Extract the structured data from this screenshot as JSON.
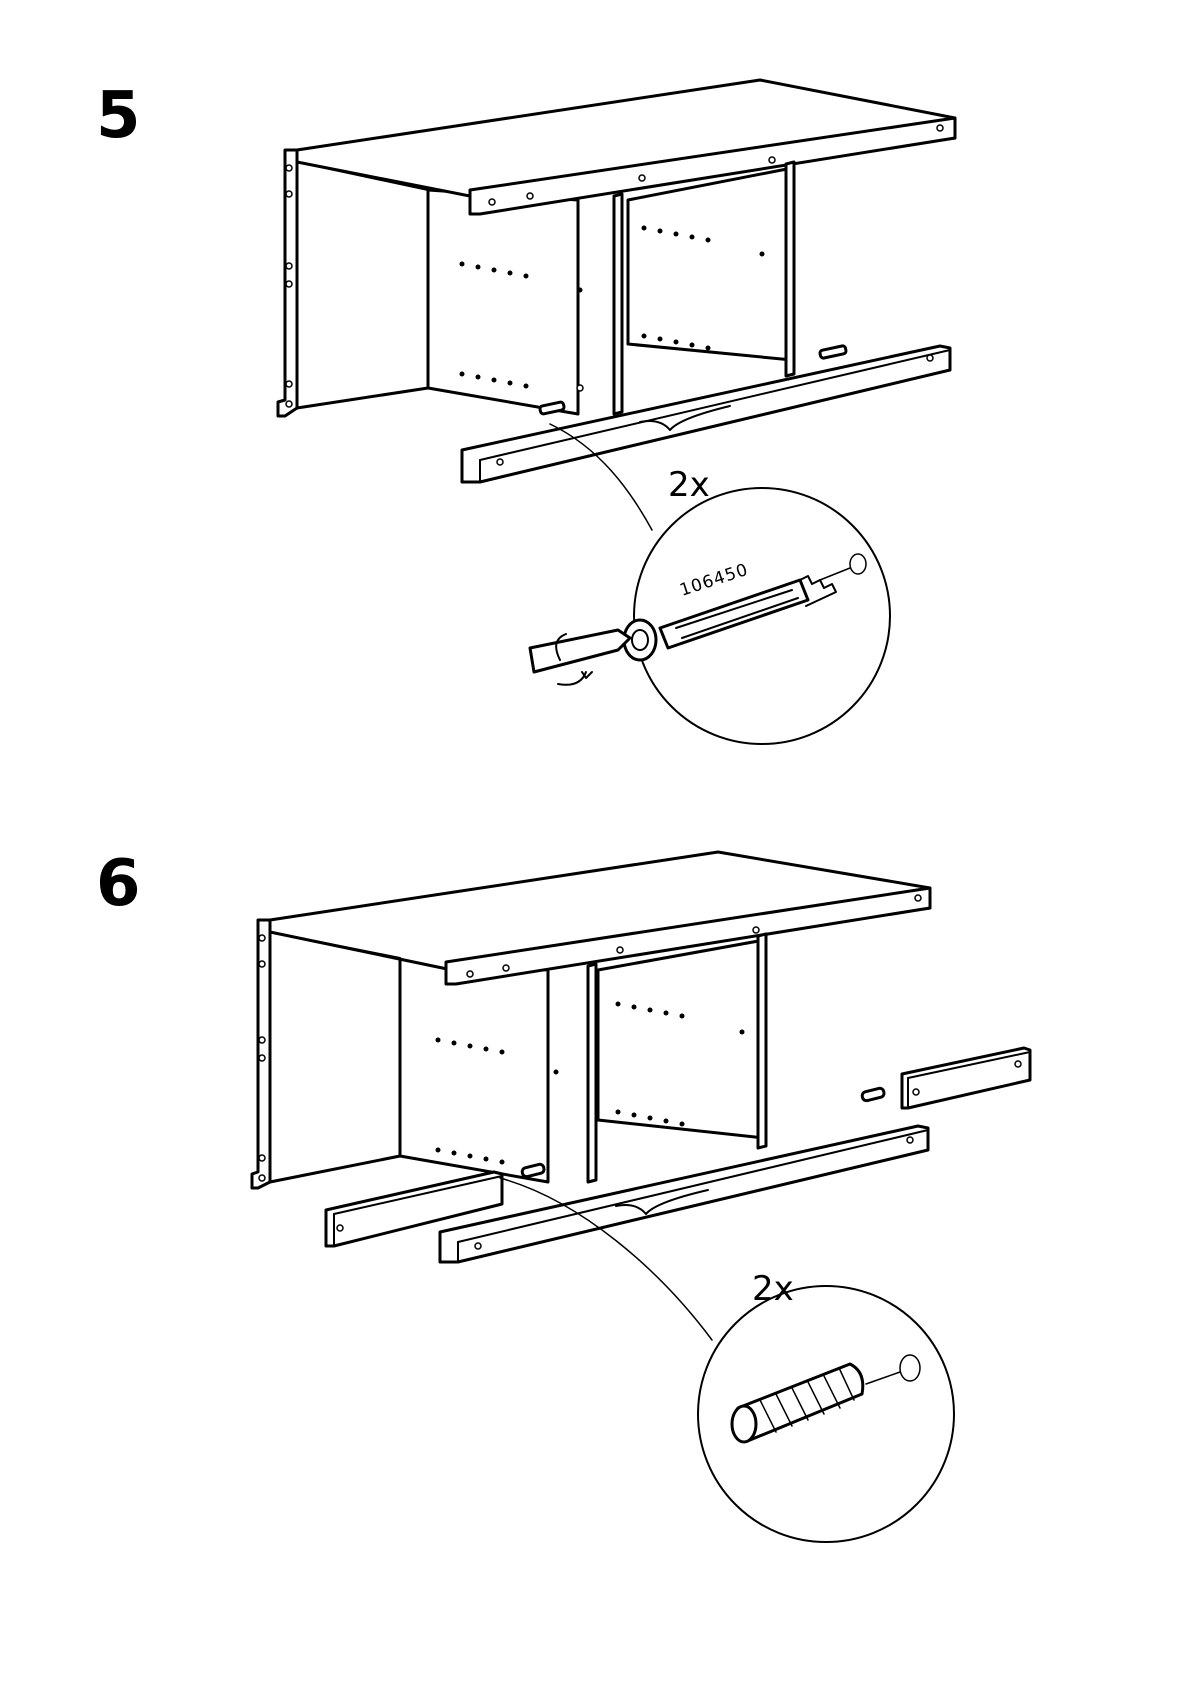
{
  "steps": [
    {
      "number": "5",
      "quantity": "2x",
      "part_number": "106450",
      "part_icon": "cam-lock-dowel-icon",
      "tool_icon": "screwdriver-icon"
    },
    {
      "number": "6",
      "quantity": "2x",
      "part_icon": "wooden-dowel-icon"
    }
  ]
}
